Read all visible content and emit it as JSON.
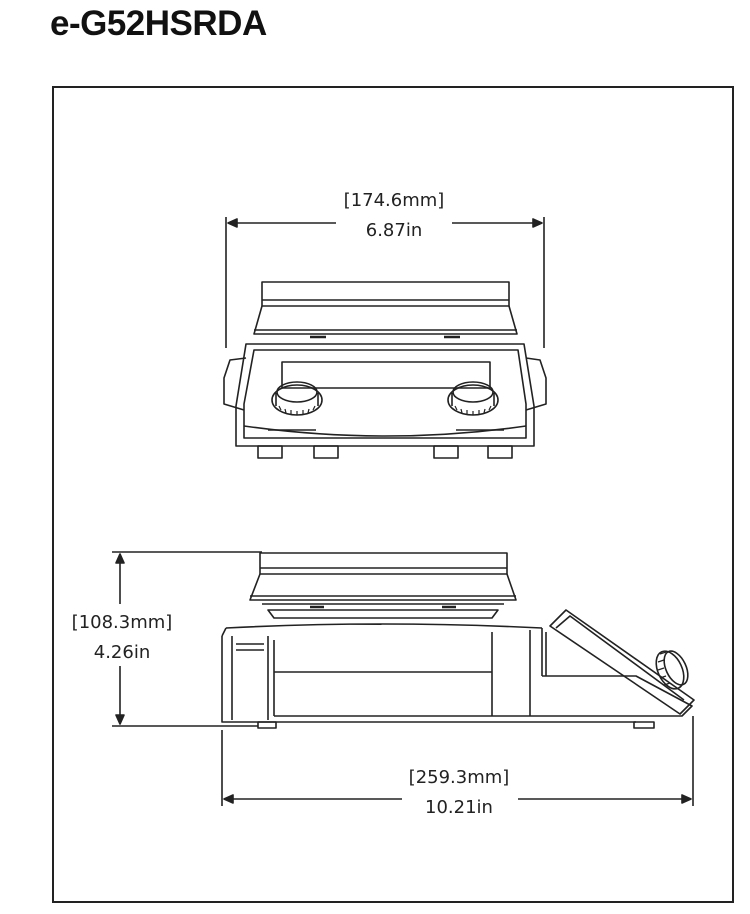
{
  "model": "e-G52HSRDA",
  "dimensions": {
    "width": {
      "mm": "[174.6mm]",
      "in": "6.87in"
    },
    "height": {
      "mm": "[108.3mm]",
      "in": "4.26in"
    },
    "depth": {
      "mm": "[259.3mm]",
      "in": "10.21in"
    }
  }
}
